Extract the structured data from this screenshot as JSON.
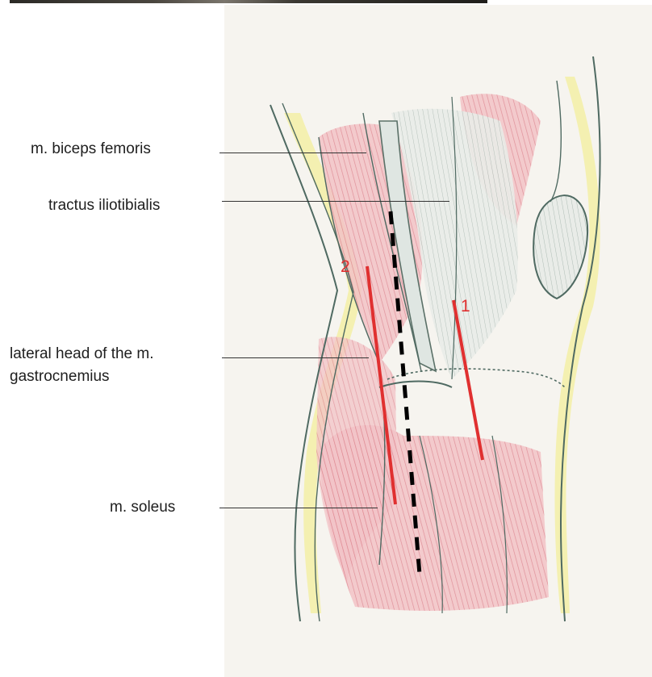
{
  "labels": {
    "biceps": "m. biceps femoris",
    "tractus": "tractus iliotibialis",
    "gastro_line1": "lateral head of the m.",
    "gastro_line2": "gastrocnemius",
    "soleus": "m. soleus"
  },
  "incisions": {
    "first": "1",
    "second": "2"
  },
  "colors": {
    "muscle": "#e79aa2",
    "fat": "#f0ec9a",
    "outline": "#4f6a62",
    "incision": "#e03030",
    "dashed_line": "#000000"
  }
}
